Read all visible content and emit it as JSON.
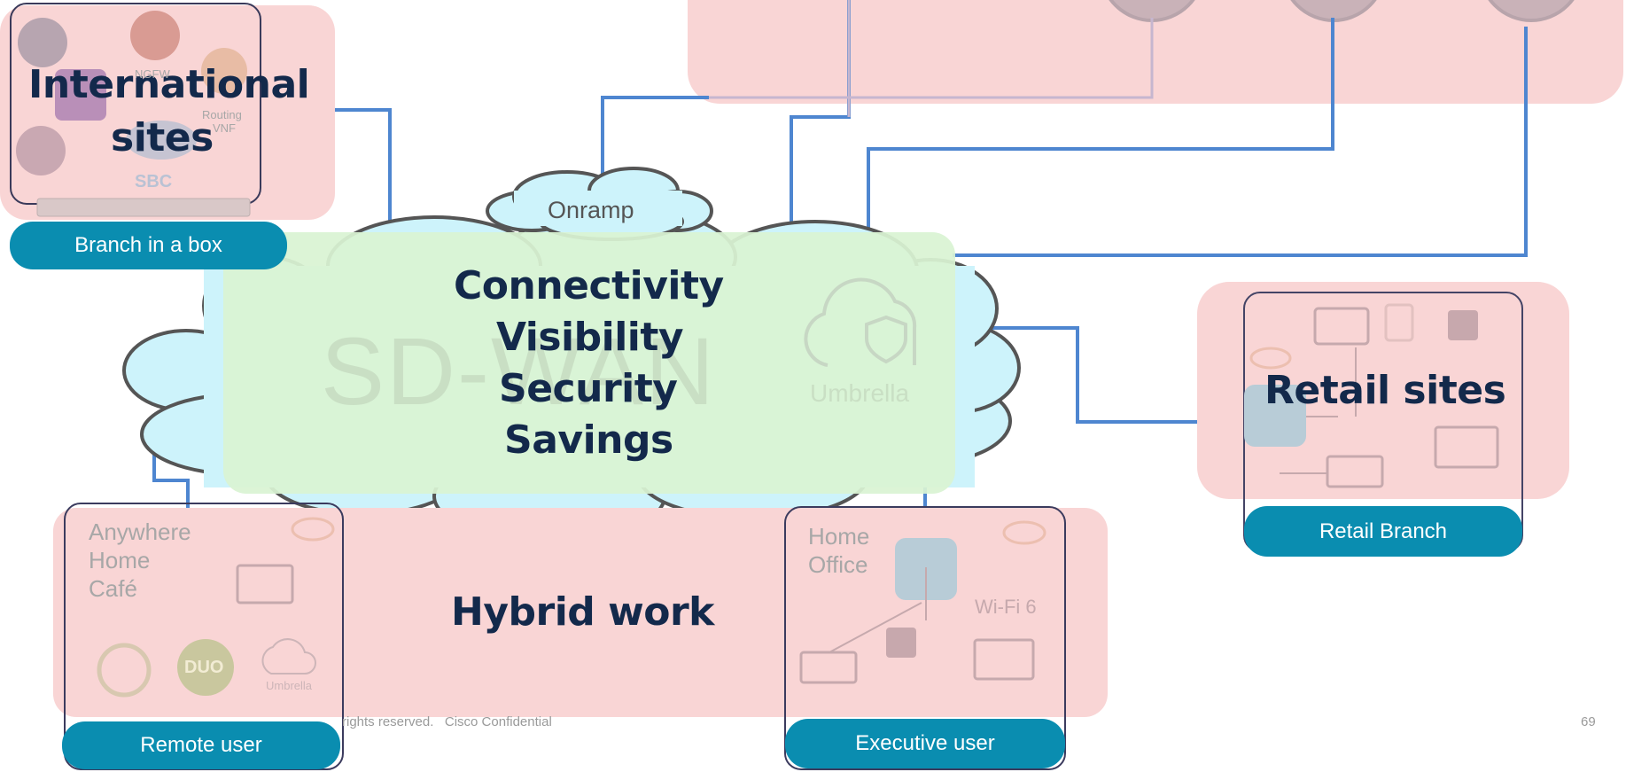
{
  "colors": {
    "pink_region": "#f9d5d5",
    "green_panel": "#d9f3d3",
    "cloud_fill": "#cdf3fb",
    "connector": "#4e86d0",
    "pill": "#0a8db0",
    "heading": "#13294b"
  },
  "international": {
    "title_line1": "International",
    "title_line2": "sites",
    "icon_labels": {
      "ngfw": "NGFW",
      "routing": "Routing",
      "vnf": "VNF",
      "sbc": "SBC"
    },
    "pill": "Branch in a box"
  },
  "center": {
    "onramp": "Onramp",
    "sdwan": "SD-WAN",
    "umbrella": "Umbrella",
    "benefits": [
      "Connectivity",
      "Visibility",
      "Security",
      "Savings"
    ]
  },
  "retail": {
    "title": "Retail sites",
    "pill": "Retail Branch"
  },
  "hybrid": {
    "title": "Hybrid work",
    "remote": {
      "lines": [
        "Anywhere",
        "Home",
        "Café"
      ],
      "duo": "DUO",
      "umbrella": "Umbrella",
      "pill": "Remote user"
    },
    "executive": {
      "lines": [
        "Home",
        "Office"
      ],
      "wifi": "Wi-Fi 6",
      "pill": "Executive user"
    }
  },
  "footer": {
    "text": "rights reserved.   Cisco Confidential",
    "page_number": "69"
  },
  "icons": [
    "home-icon",
    "firewall-icon",
    "router-icon",
    "laptop-icon",
    "rack-server-icon",
    "printer-icon",
    "phone-icon",
    "monitor-icon",
    "laptop-phone-tablet-icon",
    "eye-icon",
    "shield-icon",
    "cloud-shield-icon",
    "duo-logo-icon",
    "webex-logo-icon",
    "wifi-icon"
  ]
}
